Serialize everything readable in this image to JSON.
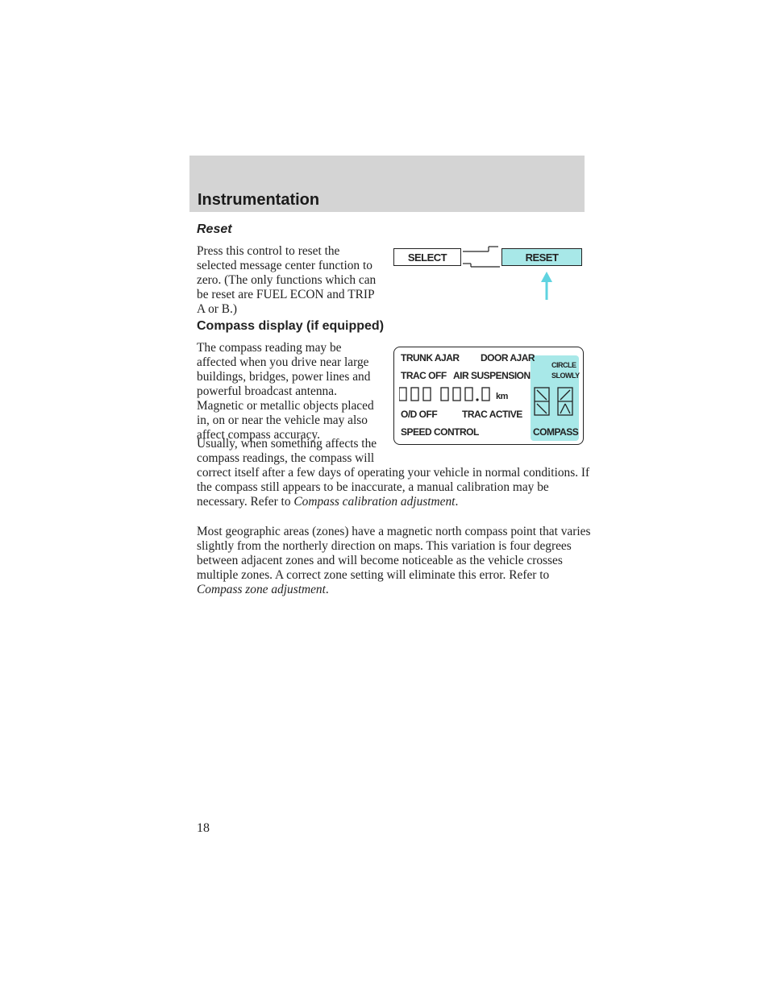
{
  "header": {
    "section_title": "Instrumentation"
  },
  "reset": {
    "heading": "Reset",
    "body": "Press this control to reset the selected message center function to zero. (The only functions which can be reset are FUEL ECON and TRIP A or B.)"
  },
  "compass": {
    "heading": "Compass display (if equipped)",
    "p1": "The compass reading may be affected when you drive near large buildings, bridges, power lines and powerful broadcast antenna. Magnetic or metallic objects placed in, on or near the vehicle may also affect compass accuracy.",
    "p2_a": "Usually, when something affects the compass readings, the compass will",
    "p2_b": "correct itself after a few days of operating your vehicle in normal conditions. If the compass still appears to be inaccurate, a manual calibration may be necessary. Refer to",
    "p2_ref": "Compass calibration adjustment",
    "p3": "Most geographic areas (zones) have a magnetic north compass point that varies slightly from the northerly direction on maps. This variation is four degrees between adjacent zones and will become noticeable as the vehicle crosses multiple zones. A correct zone setting will eliminate this error. Refer to",
    "p3_ref": "Compass zone adjustment"
  },
  "figure_buttons": {
    "select": "SELECT",
    "reset": "RESET"
  },
  "figure_display": {
    "trunk_ajar": "TRUNK AJAR",
    "door_ajar": "DOOR AJAR",
    "trac_off": "TRAC OFF",
    "air_suspension": "AIR SUSPENSION",
    "circle": "CIRCLE",
    "slowly": "SLOWLY",
    "odometer_unit": "km",
    "od_off": "O/D OFF",
    "trac_active": "TRAC ACTIVE",
    "speed_control": "SPEED CONTROL",
    "compass": "COMPASS"
  },
  "colors": {
    "header_band": "#d4d4d4",
    "highlight": "#a8e8e8",
    "arrow": "#5fd3e0"
  },
  "page_number": "18"
}
